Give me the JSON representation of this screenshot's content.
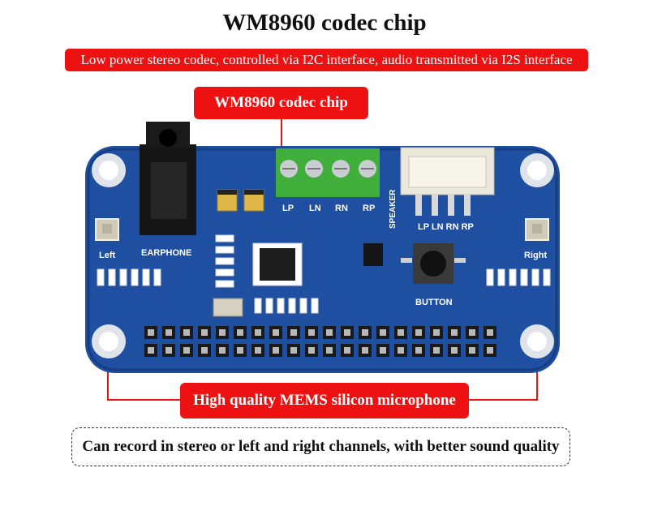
{
  "title": "WM8960 codec chip",
  "banner": "Low power stereo codec, controlled via I2C interface, audio transmitted via I2S interface",
  "callout_top": "WM8960 codec chip",
  "callout_bottom": "High quality MEMS silicon microphone",
  "note": "Can record in stereo or left and right channels, with better sound quality",
  "board": {
    "earphone": "EARPHONE",
    "left": "Left",
    "right": "Right",
    "speaker": "SPEAKER",
    "button": "BUTTON",
    "terminal_labels": [
      "LP",
      "LN",
      "RN",
      "RP"
    ],
    "connector_labels": "LP LN RN RP"
  },
  "colors": {
    "accent_red": "#ee1111",
    "pcb_blue": "#1f4fa0",
    "terminal_green": "#3fae3a"
  }
}
